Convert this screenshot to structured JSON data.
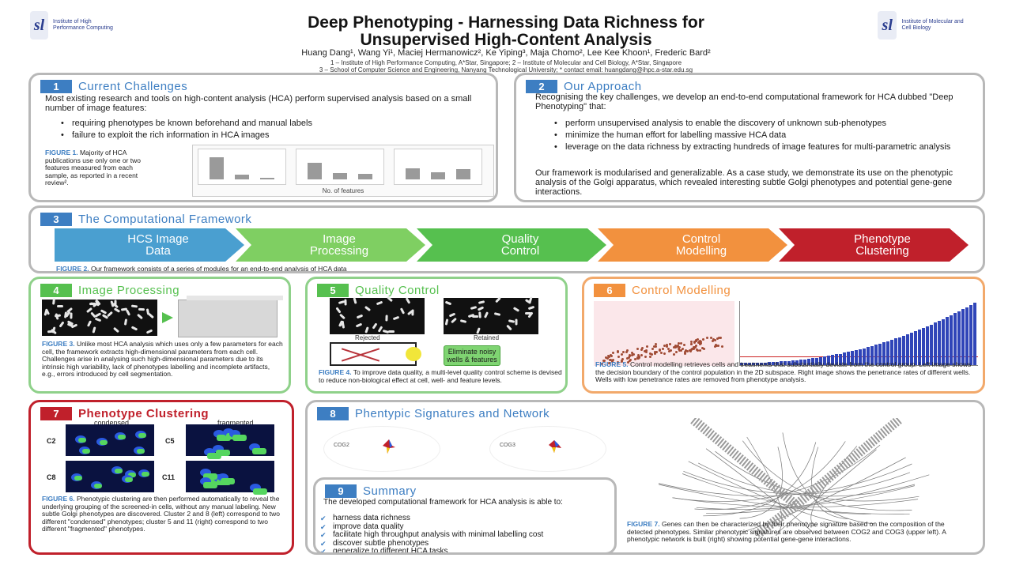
{
  "header": {
    "logo_mark": "sl",
    "logo_left_text": "Institute of High Performance Computing",
    "logo_right_text": "Institute of Molecular and Cell Biology",
    "title_line1": "Deep Phenotyping - Harnessing Data Richness for",
    "title_line2": "Unsupervised High-Content Analysis",
    "authors": "Huang Dang¹, Wang Yi¹, Maciej Hermanowicz², Ke Yiping³, Maja Chomo², Lee Kee Khoon¹, Frederic Bard²",
    "affiliation1": "1 – Institute of High Performance Computing, A*Star, Singapore; 2 – Institute of Molecular and Cell Biology, A*Star, Singapore",
    "affiliation2": "3 – School of Computer Science and Engineering, Nanyang Technological University; * contact email: huangdang@ihpc.a-star.edu.sg"
  },
  "p1": {
    "num": "1",
    "title": "Current Challenges",
    "intro": "Most existing research and tools on high-content analysis (HCA) perform supervised analysis based on a small number of image features:",
    "bullets": [
      "requiring phenotypes be known beforehand and manual labels",
      "failure to exploit the rich information in HCA images"
    ],
    "caption_label": "FIGURE 1.",
    "caption": "Majority of HCA publications use only one or two features measured from each sample, as reported in a recent review².",
    "xlabel": "No. of features",
    "chart_bars": [
      [
        0.78,
        0.16,
        0.06
      ],
      [
        0.58,
        0.22,
        0.2
      ],
      [
        0.4,
        0.24,
        0.36
      ]
    ]
  },
  "p2": {
    "num": "2",
    "title": "Our Approach",
    "intro": "Recognising the key challenges, we develop an end-to-end computational framework for HCA dubbed \"Deep Phenotyping\" that:",
    "bullets": [
      "perform unsupervised analysis to enable the discovery of unknown sub-phenotypes",
      "minimize the human effort for labelling massive HCA data",
      "leverage on the data richness by extracting hundreds of image features for multi-parametric analysis"
    ],
    "outro": "Our framework is modularised and generalizable. As a case study, we demonstrate its use on the phenotypic analysis of the Golgi apparatus, which revealed interesting subtle Golgi phenotypes and potential gene-gene interactions."
  },
  "p3": {
    "num": "3",
    "title": "The Computational Framework",
    "steps": [
      {
        "line1": "HCS Image",
        "line2": "Data",
        "color": "#4a9fd0"
      },
      {
        "line1": "Image",
        "line2": "Processing",
        "color": "#7fcf62"
      },
      {
        "line1": "Quality",
        "line2": "Control",
        "color": "#56c04f"
      },
      {
        "line1": "Control",
        "line2": "Modelling",
        "color": "#f2913e"
      },
      {
        "line1": "Phenotype",
        "line2": "Clustering",
        "color": "#c0202b"
      }
    ],
    "caption_label": "FIGURE 2.",
    "caption": "Our framework consists of a series of modules for an end-to-end analysis of HCA data"
  },
  "p4": {
    "num": "4",
    "title": "Image Processing",
    "caption_label": "FIGURE 3.",
    "caption": "Unlike most HCA analysis which uses only a few parameters for each cell, the framework extracts high-dimensional parameters from each cell. Challenges arise in analysing such high-dimensional parameters due to its intrinsic high variability, lack of phenotypes labelling and incomplete artifacts, e.g., errors introduced by cell segmentation."
  },
  "p5": {
    "num": "5",
    "title": "Quality Control",
    "rejected_label": "Rejected",
    "retained_label": "Retained",
    "eliminate_text": "Eliminate noisy wells & features",
    "caption_label": "FIGURE 4.",
    "caption": "To improve data quality, a multi-level quality control scheme is devised to reduce non-biological effect at cell, well- and feature levels."
  },
  "p6": {
    "num": "6",
    "title": "Control Modelling",
    "caption_label": "FIGURE 5.",
    "caption": "Control modelling retrieves cells and treatments that substantially deviate from the control group. Left image shows the decision boundary of the control population in the 2D subspace. Right image shows the penetrance rates of different wells. Wells with low penetrance rates are removed from phenotype analysis."
  },
  "p7": {
    "num": "7",
    "title": "Phenotype Clustering",
    "col1": "condensed",
    "col2": "fragmented",
    "rows": [
      "C2",
      "C5",
      "C8",
      "C11"
    ],
    "caption_label": "FIGURE 6.",
    "caption": "Phenotypic clustering are then performed automatically to reveal the underlying grouping of the screened-in cells, without any manual labeling. New subtle Golgi phenotypes are discovered. Cluster 2 and 8 (left) correspond to two different \"condensed\" phenotypes; cluster 5 and 11 (right) correspond to two different \"fragmented\" phenotypes."
  },
  "p8": {
    "num": "8",
    "title": "Phentypic Signatures and Network",
    "label_a": "COG2",
    "label_b": "COG3",
    "caption_label": "FIGURE 7.",
    "caption": "Genes can then be characterized by their phenotype signature based on the composition of the detected phenotypes. Similar phenotypic signatures are observed between COG2 and COG3 (upper left). A phenotypic network is built (right) showing potential gene-gene interactions."
  },
  "p9": {
    "num": "9",
    "title": "Summary",
    "intro": "The developed computational framework for HCA analysis is able to:",
    "items": [
      "harness data richness",
      "improve data quality",
      "facilitate high throughput analysis with minimal labelling cost",
      "discover subtle phenotypes",
      "generalize to different HCA tasks"
    ]
  }
}
